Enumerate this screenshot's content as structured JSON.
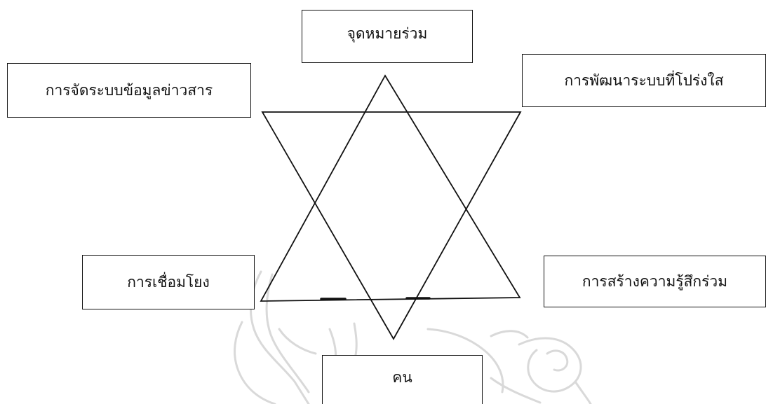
{
  "labels": {
    "top": "จุดหมายร่วม",
    "top_left": "การจัดระบบข้อมูลข่าวสาร",
    "top_right": "การพัฒนาระบบที่โปร่งใส",
    "bottom_left": "การเชื่อมโยง",
    "bottom_right": "การสร้างความรู้สึกร่วม",
    "bottom": "คน"
  },
  "colors": {
    "line": "#111111",
    "watermark": "#d9d9d9",
    "background": "#ffffff"
  },
  "icons": {
    "watermark": "university-seal-watermark"
  }
}
